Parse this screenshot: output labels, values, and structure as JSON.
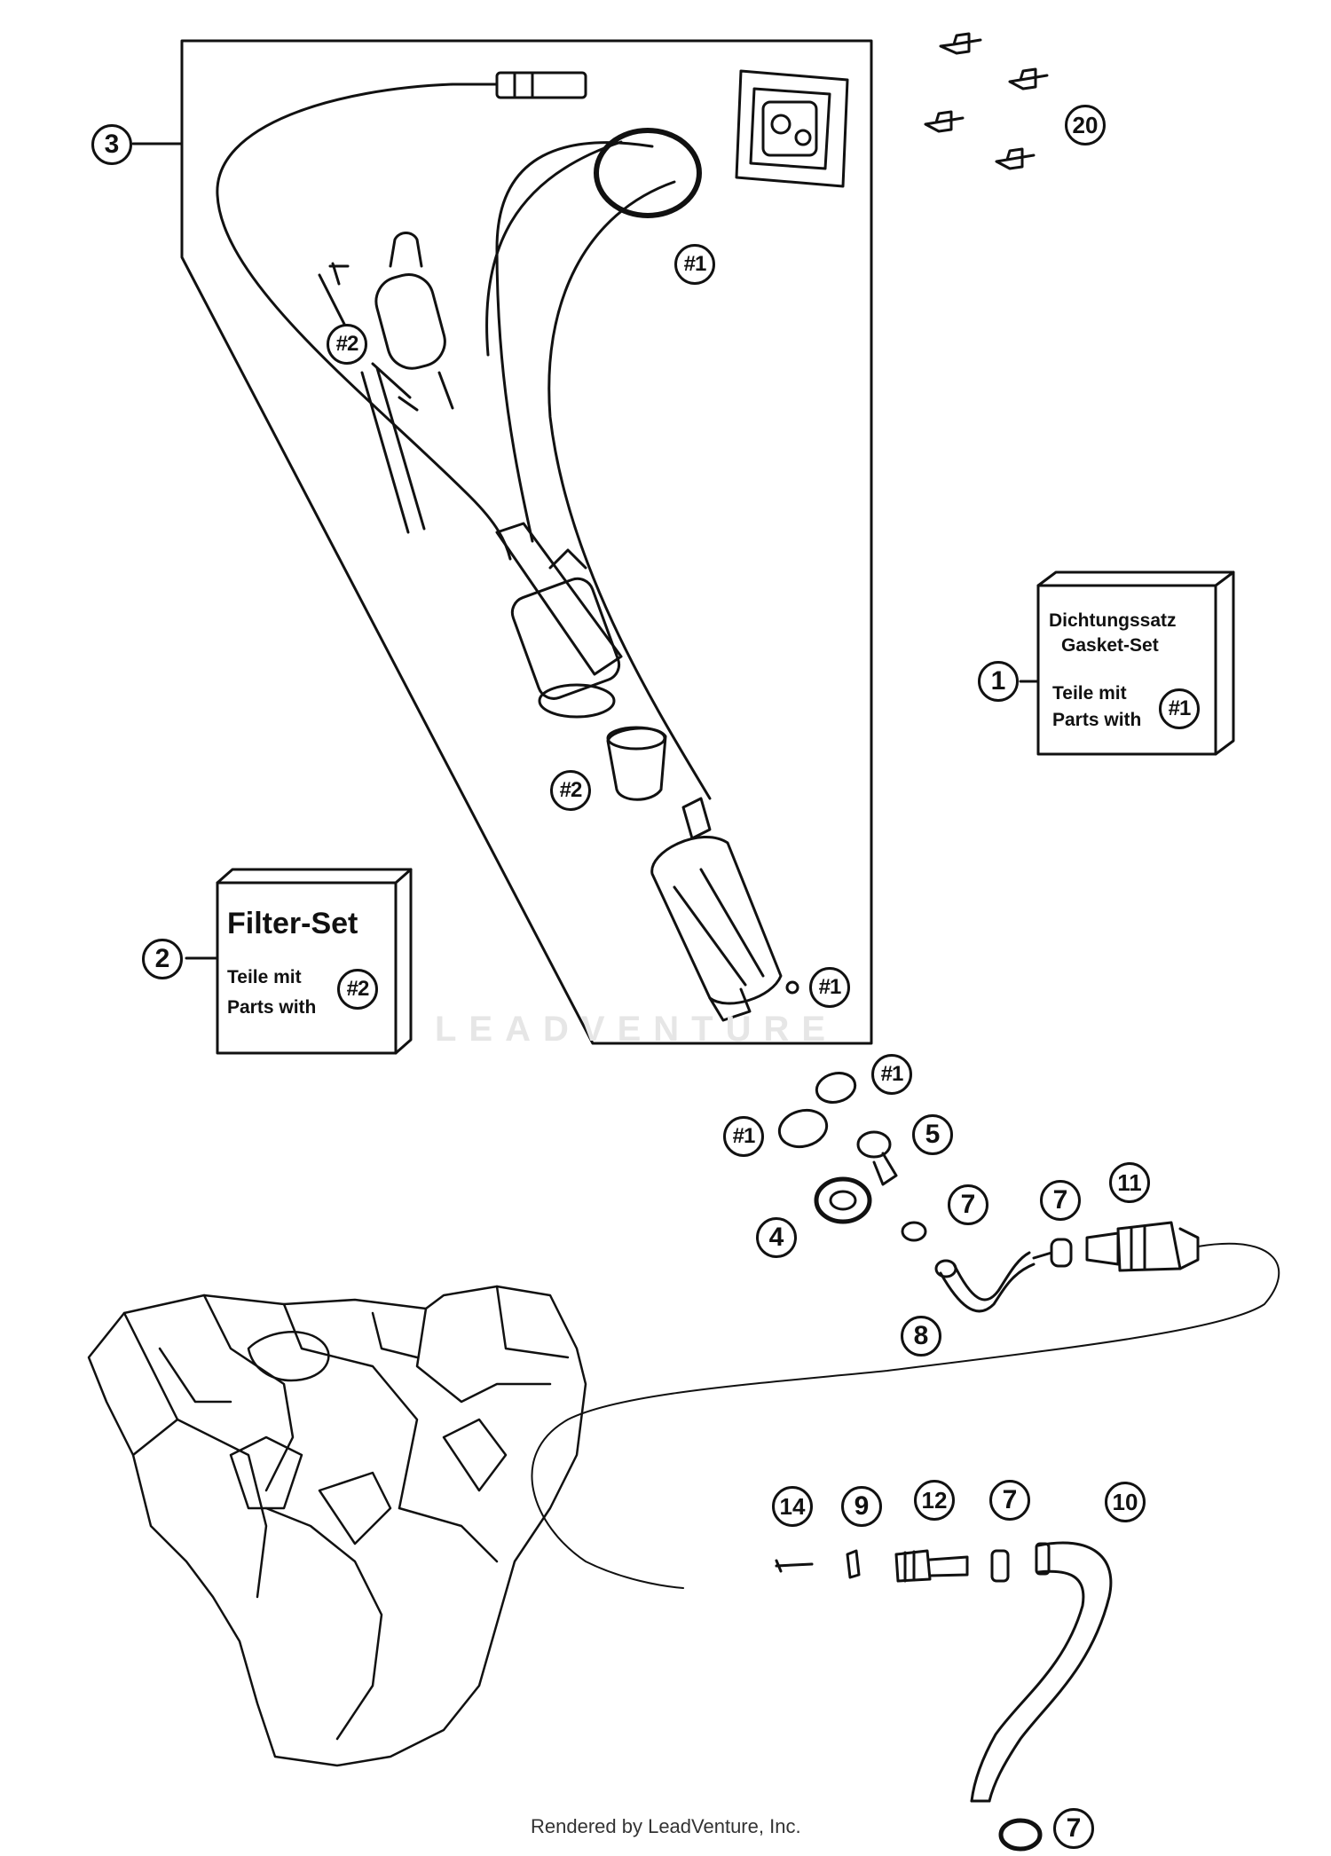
{
  "callouts": {
    "c1": "1",
    "c2": "2",
    "c3": "3",
    "c4": "4",
    "c5": "5",
    "c7a": "7",
    "c7b": "7",
    "c7c": "7",
    "c7d": "7",
    "c8": "8",
    "c9": "9",
    "c10": "10",
    "c11": "11",
    "c12": "12",
    "c14": "14",
    "c20": "20",
    "h1_top": "#1",
    "h1_pump": "#1",
    "h1_fit_a": "#1",
    "h1_fit_b": "#1",
    "h2_filter": "#2",
    "h2_sleeve": "#2"
  },
  "gasket_box": {
    "line1": "Dichtungssatz",
    "line2": "Gasket-Set",
    "line3": "Teile mit",
    "line4": "Parts with",
    "marker": "#1"
  },
  "filter_box": {
    "title": "Filter-Set",
    "line1": "Teile mit",
    "line2": "Parts with",
    "marker": "#2"
  },
  "watermark": "LEADVENTURE",
  "footer": "Rendered by LeadVenture, Inc."
}
